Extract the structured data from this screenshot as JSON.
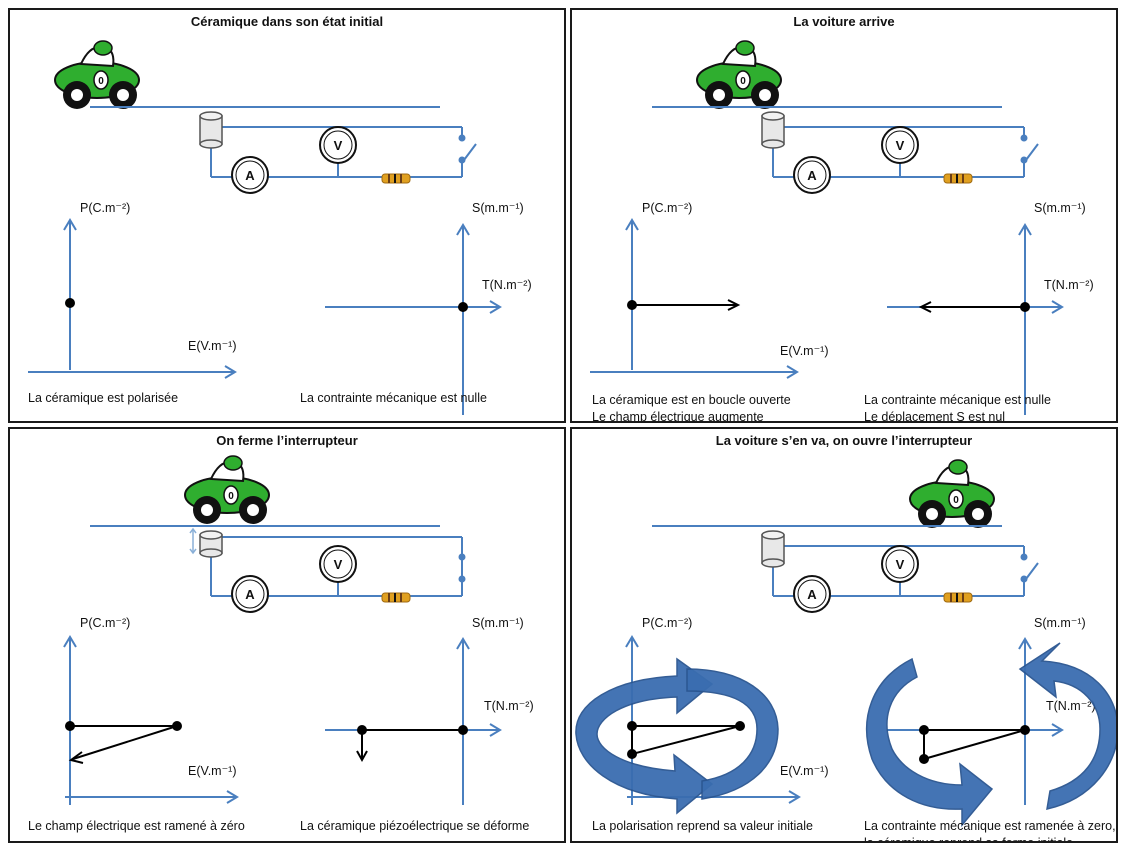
{
  "colors": {
    "axis": "#4a7fbf",
    "wire": "#4a7fbf",
    "car_green": "#2fae2f",
    "arrow_blue": "#3a6db0",
    "black": "#000000"
  },
  "labels": {
    "p_axis": "P(C.m⁻²)",
    "e_axis": "E(V.m⁻¹)",
    "s_axis": "S(m.m⁻¹)",
    "t_axis": "T(N.m⁻²)",
    "ammeter": "A",
    "voltmeter": "V",
    "car_number": "0"
  },
  "panels": [
    {
      "title": "Céramique dans son état initial",
      "caption_left": [
        "La céramique  est polarisée"
      ],
      "caption_right": [
        "La contrainte mécanique est nulle"
      ]
    },
    {
      "title": "La voiture arrive",
      "caption_left": [
        "La céramique  est en boucle ouverte",
        "Le champ électrique  augmente"
      ],
      "caption_right": [
        "La contrainte mécanique est nulle",
        "Le déplacement S est nul"
      ]
    },
    {
      "title": "On ferme l’interrupteur",
      "caption_left": [
        "Le champ électrique est ramené à zéro"
      ],
      "caption_right": [
        "La céramique piézoélectrique se déforme"
      ]
    },
    {
      "title": "La voiture s’en va, on ouvre l’interrupteur",
      "caption_left": [
        "La polarisation reprend sa valeur initiale"
      ],
      "caption_right": [
        "La contrainte mécanique est ramenée à zero,",
        "la céramique reprend sa forme initiale"
      ]
    }
  ]
}
